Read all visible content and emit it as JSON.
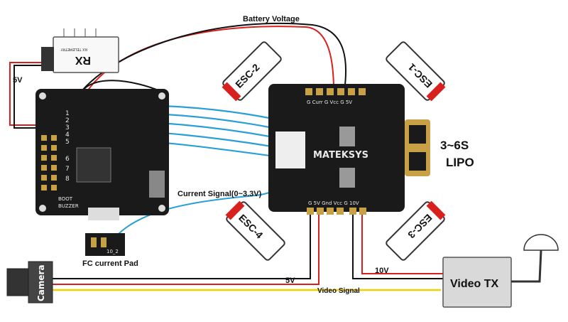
{
  "labels": {
    "battery_voltage": "Battery Voltage",
    "five_v_left": "5V",
    "five_v_bottom": "5V",
    "ten_v": "10V",
    "current_signal": "Current Signal(0~3.3V)",
    "fc_current_pad": "FC current Pad",
    "video_signal": "Video Signal",
    "lipo_line1": "3~6S",
    "lipo_line2": "LIPO",
    "camera": "Camera",
    "video_tx": "Video TX"
  },
  "receiver": {
    "name": "RX",
    "subtext": "RX TELEMETRY"
  },
  "escs": {
    "esc1": "ESC-1",
    "esc2": "ESC-2",
    "esc3": "ESC-3",
    "esc4": "ESC-4"
  },
  "fc_board": {
    "boot": "BOOT",
    "buzzer": "BUZZER",
    "motor_numbers": [
      "1",
      "2",
      "3",
      "4",
      "5",
      "6",
      "7",
      "8"
    ]
  },
  "pdb": {
    "brand": "MATEKSYS",
    "top_pads": "G Curr G Vcc G 5V",
    "bottom_pads": "G 5V Gnd Vcc G 10V",
    "pad_num": "10_2"
  },
  "colors": {
    "signal_wire": "#2a9fd6",
    "red_wire": "#d8201e",
    "black_wire": "#111111",
    "yellow_wire": "#f0d000",
    "pcb": "#1a1a1a",
    "pad": "#c8a045"
  }
}
